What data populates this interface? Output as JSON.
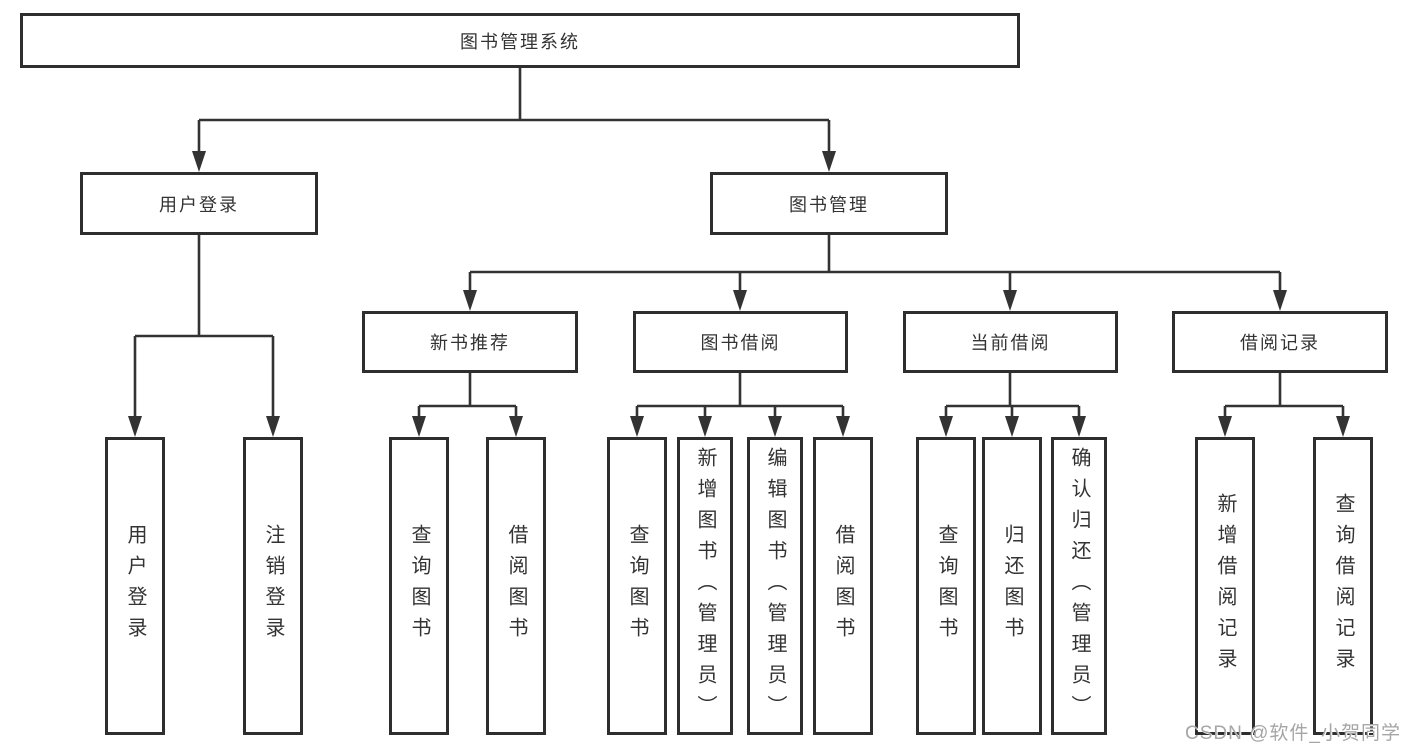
{
  "diagram": {
    "title": "图书管理系统",
    "root": {
      "label": "图书管理系统"
    },
    "branches": [
      {
        "label": "用户登录",
        "children": [
          "用户登录",
          "注销登录"
        ]
      },
      {
        "label": "图书管理",
        "children": [
          {
            "label": "新书推荐",
            "children": [
              "查询图书",
              "借阅图书"
            ]
          },
          {
            "label": "图书借阅",
            "children": [
              "查询图书",
              "新增图书（管理员）",
              "编辑图书（管理员）",
              "借阅图书"
            ]
          },
          {
            "label": "当前借阅",
            "children": [
              "查询图书",
              "归还图书",
              "确认归还（管理员）"
            ]
          },
          {
            "label": "借阅记录",
            "children": [
              "新增借阅记录",
              "查询借阅记录"
            ]
          }
        ]
      }
    ]
  },
  "watermark": {
    "text": "CSDN @软件_小贺同学",
    "color": "#a6a6a6"
  },
  "colors": {
    "line": "#333333",
    "box_border": "#2e2e2e",
    "text": "#333333",
    "background": "#ffffff"
  }
}
